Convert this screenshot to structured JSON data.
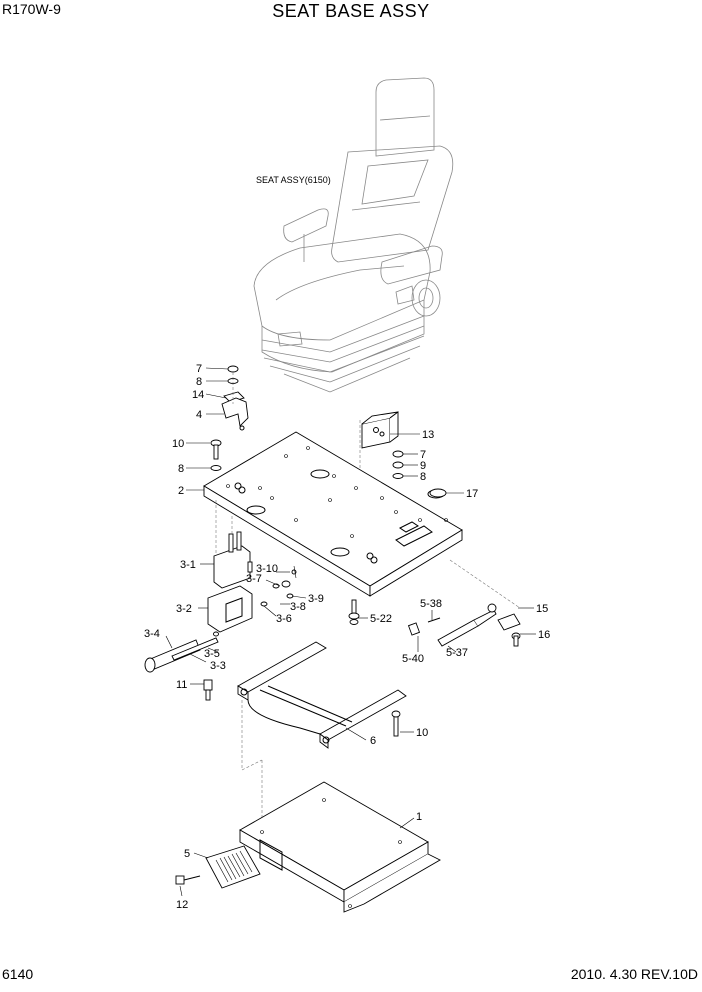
{
  "header": {
    "model": "R170W-9",
    "title": "SEAT BASE ASSY"
  },
  "footer": {
    "page_number": "6140",
    "revision": "2010. 4.30  REV.10D"
  },
  "diagram": {
    "seat_label": "SEAT ASSY(6150)",
    "callouts": {
      "c7a": "7",
      "c8a": "8",
      "c14": "14",
      "c4": "4",
      "c10a": "10",
      "c8b": "8",
      "c2": "2",
      "c13": "13",
      "c7b": "7",
      "c9": "9",
      "c8c": "8",
      "c17": "17",
      "c3_1": "3-1",
      "c3_10": "3-10",
      "c3_7": "3-7",
      "c3_9": "3-9",
      "c3_8": "3-8",
      "c3_2": "3-2",
      "c3_6": "3-6",
      "c3_4": "3-4",
      "c3_5": "3-5",
      "c3_3": "3-3",
      "c5_22": "5-22",
      "c5_38": "5-38",
      "c15": "15",
      "c16": "16",
      "c5_37": "5-37",
      "c5_40": "5-40",
      "c11": "11",
      "c6": "6",
      "c10b": "10",
      "c1": "1",
      "c5": "5",
      "c12": "12"
    }
  }
}
